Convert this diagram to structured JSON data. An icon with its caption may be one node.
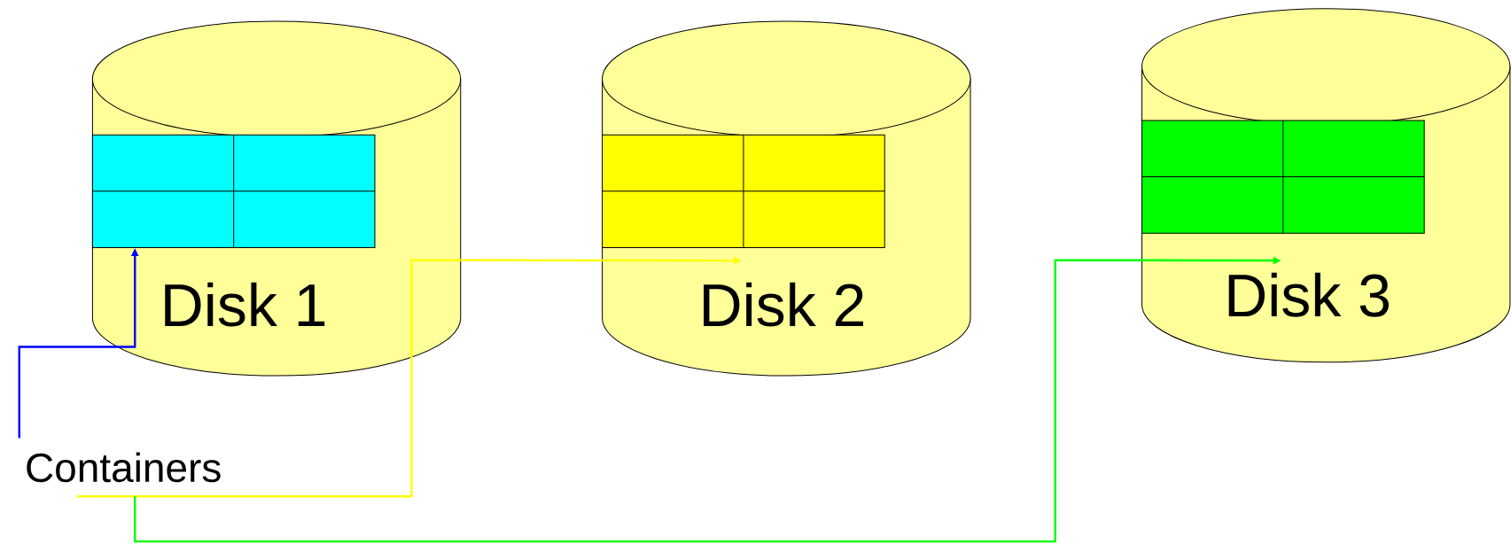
{
  "diagram": {
    "nodes": [
      {
        "text": [
          "Disk 1"
        ]
      },
      {
        "text": [
          "Disk 2"
        ]
      },
      {
        "text": [
          "Disk 3"
        ]
      },
      {
        "text": [],
        "shape": "box",
        "in": 0
      },
      {
        "text": [],
        "shape": "box",
        "in": 1
      },
      {
        "text": [],
        "shape": "box",
        "in": 2
      },
      {
        "text": [
          "Containers"
        ]
      }
    ],
    "edges": [
      {
        "from": 6,
        "to": 3,
        "arrow": "to",
        "color": "#0000ff"
      },
      {
        "from": 6,
        "to": 4,
        "arrow": "to",
        "color": "#ffff00"
      },
      {
        "from": 6,
        "to": 5,
        "arrow": "to",
        "color": "#00ff00"
      }
    ]
  }
}
